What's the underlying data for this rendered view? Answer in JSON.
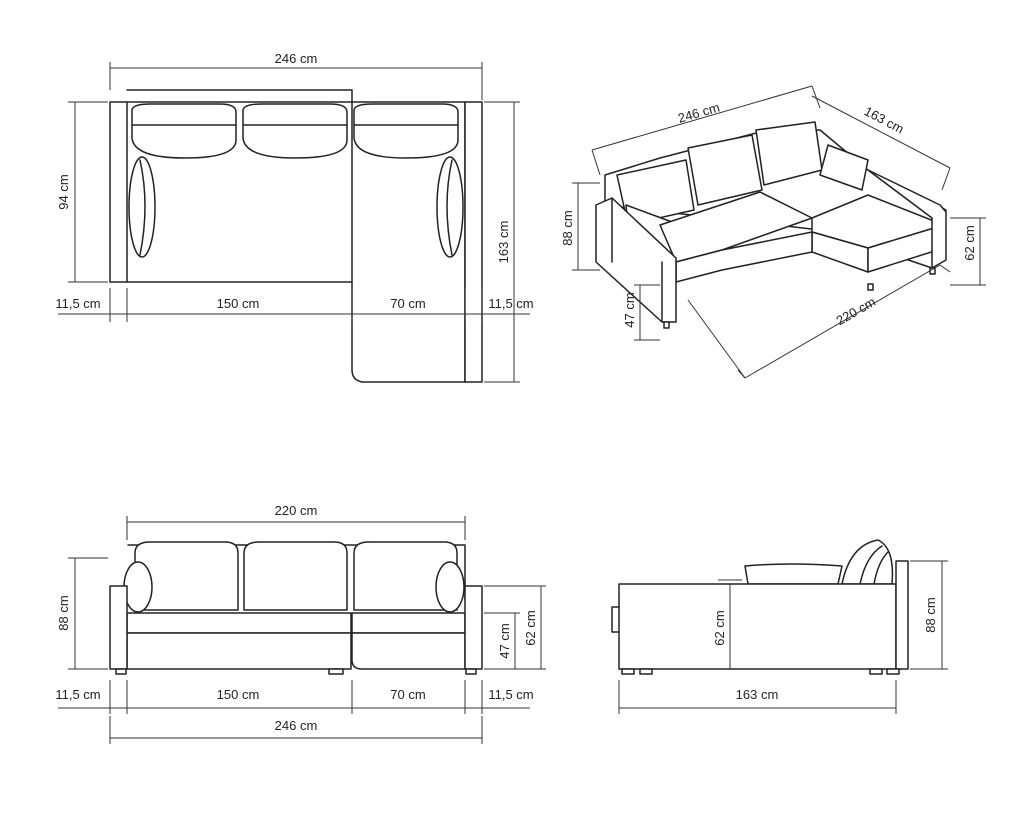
{
  "top_view": {
    "overall_width": "246 cm",
    "depth": "94 cm",
    "chaise_depth": "163 cm",
    "left_arm": "11,5 cm",
    "seat_width": "150 cm",
    "chaise_width": "70 cm",
    "right_arm": "11,5 cm"
  },
  "perspective_view": {
    "width": "246 cm",
    "chaise_depth": "163 cm",
    "height": "88 cm",
    "seat_height": "47 cm",
    "chaise_height": "62 cm",
    "front_width": "220 cm"
  },
  "front_view": {
    "inner_width": "220 cm",
    "height": "88 cm",
    "seat_height": "47 cm",
    "chaise_height": "62 cm",
    "left_arm": "11,5 cm",
    "seat_width": "150 cm",
    "chaise_width": "70 cm",
    "right_arm": "11,5 cm",
    "overall_width": "246 cm"
  },
  "side_view": {
    "chaise_height": "62 cm",
    "height": "88 cm",
    "depth": "163 cm"
  }
}
